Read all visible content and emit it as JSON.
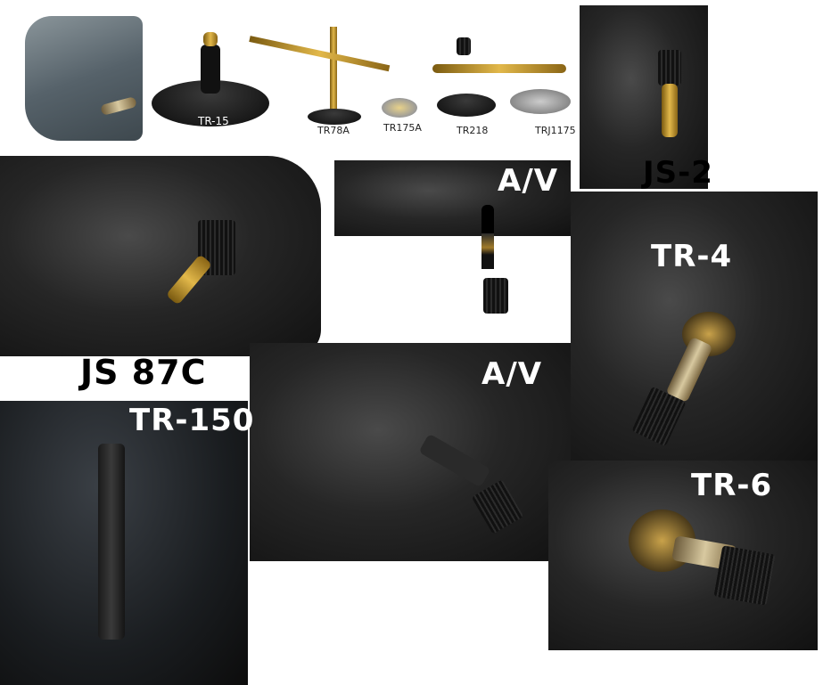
{
  "catalog_strip": {
    "labels": [
      "TR-15",
      "TR78A",
      "TR175A",
      "TR218",
      "TRJ1175"
    ]
  },
  "photos": {
    "js2": {
      "label": "JS-2"
    },
    "js87c": {
      "label": "JS 87C"
    },
    "av_top": {
      "label": "A/V"
    },
    "tr4": {
      "label": "TR-4"
    },
    "av_middle": {
      "label": "A/V"
    },
    "tr150": {
      "label": "TR-150"
    },
    "tr6": {
      "label": "TR-6"
    }
  },
  "colors": {
    "rubber": "#1a1a1a",
    "brass": "#d4a838",
    "label_white": "#ffffff",
    "label_black": "#000000"
  }
}
